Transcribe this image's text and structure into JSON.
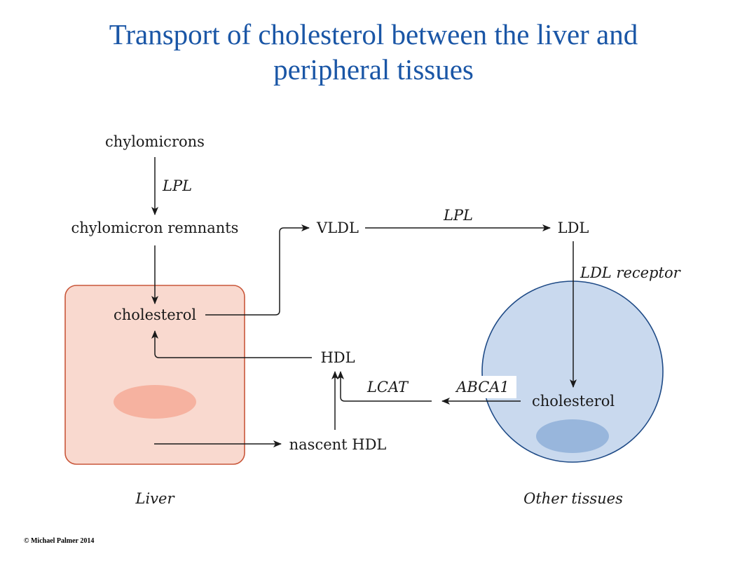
{
  "title": {
    "line1": "Transport of cholesterol between the liver and",
    "line2": "peripheral tissues"
  },
  "nodes": {
    "chylomicrons": "chylomicrons",
    "chylomicron_remnants": "chylomicron remnants",
    "liver_cholesterol": "cholesterol",
    "vldl": "VLDL",
    "ldl": "LDL",
    "hdl": "HDL",
    "nascent_hdl": "nascent HDL",
    "tissue_cholesterol": "cholesterol"
  },
  "enzymes": {
    "lpl_chylo": "LPL",
    "lpl_vldl": "LPL",
    "ldl_receptor": "LDL receptor",
    "lcat": "LCAT",
    "abca1": "ABCA1"
  },
  "compartments": {
    "liver": "Liver",
    "other_tissues": "Other tissues"
  },
  "colors": {
    "title": "#1a56a6",
    "liver_fill": "#f9d9cf",
    "liver_stroke": "#c9573a",
    "liver_nucleus": "#f6b2a0",
    "tissue_fill": "#c9d9ee",
    "tissue_stroke": "#1e4a86",
    "tissue_nucleus": "#98b6dc"
  },
  "copyright": "© Michael Palmer 2014"
}
